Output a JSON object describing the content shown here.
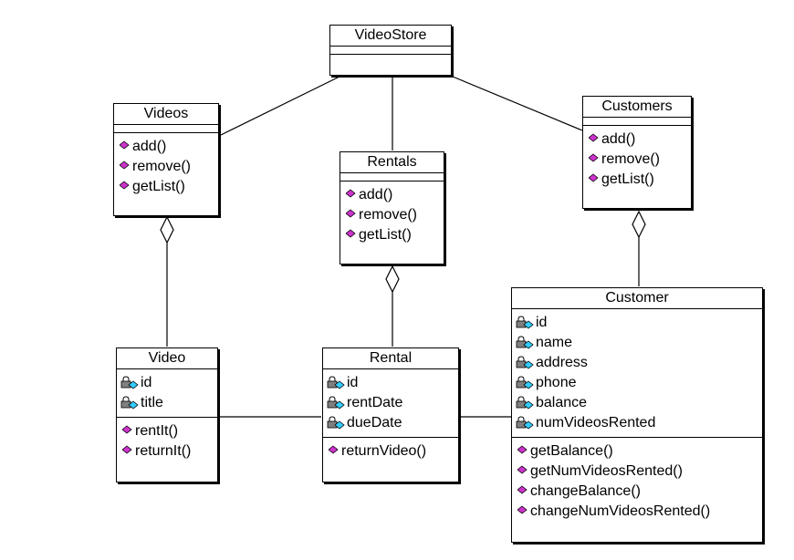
{
  "classes": {
    "videostore": {
      "name": "VideoStore"
    },
    "videos": {
      "name": "Videos",
      "operations": [
        "add()",
        "remove()",
        "getList()"
      ]
    },
    "rentals": {
      "name": "Rentals",
      "operations": [
        "add()",
        "remove()",
        "getList()"
      ]
    },
    "customers": {
      "name": "Customers",
      "operations": [
        "add()",
        "remove()",
        "getList()"
      ]
    },
    "video": {
      "name": "Video",
      "attributes": [
        "id",
        "title"
      ],
      "operations": [
        "rentIt()",
        "returnIt()"
      ]
    },
    "rental": {
      "name": "Rental",
      "attributes": [
        "id",
        "rentDate",
        "dueDate"
      ],
      "operations": [
        "returnVideo()"
      ]
    },
    "customer": {
      "name": "Customer",
      "attributes": [
        "id",
        "name",
        "address",
        "phone",
        "balance",
        "numVideosRented"
      ],
      "operations": [
        "getBalance()",
        "getNumVideosRented()",
        "changeBalance()",
        "changeNumVideosRented()"
      ]
    }
  },
  "colors": {
    "operation_icon": "#cc33cc",
    "attribute_diamond": "#33ccff",
    "lock": "#808080",
    "line": "#000000"
  },
  "icons": {
    "operation": "magenta-diamond-icon",
    "attribute": "locked-attribute-icon",
    "aggregation": "hollow-diamond-icon"
  }
}
